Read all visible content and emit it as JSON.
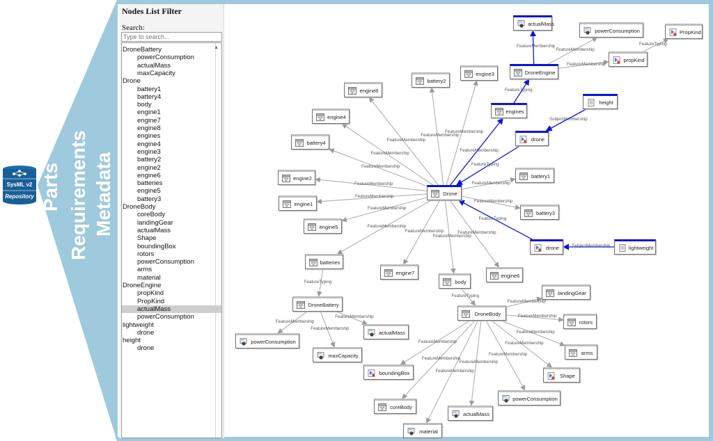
{
  "repository": {
    "icon": "network-database-icon",
    "line1": "SysML v2",
    "line2": "Repository"
  },
  "categories": [
    "Parts",
    "Requirements",
    "Metadata"
  ],
  "sidebar": {
    "title": "Nodes List Filter",
    "search_label": "Search:",
    "search_placeholder": "Type to search...",
    "items": [
      {
        "label": "DroneBattery",
        "level": 0
      },
      {
        "label": "powerConsumption",
        "level": 1
      },
      {
        "label": "actualMass",
        "level": 1
      },
      {
        "label": "maxCapacity",
        "level": 1
      },
      {
        "label": "Drone",
        "level": 0
      },
      {
        "label": "battery1",
        "level": 1
      },
      {
        "label": "battery4",
        "level": 1
      },
      {
        "label": "body",
        "level": 1
      },
      {
        "label": "engine1",
        "level": 1
      },
      {
        "label": "engine7",
        "level": 1
      },
      {
        "label": "engine8",
        "level": 1
      },
      {
        "label": "engines",
        "level": 1
      },
      {
        "label": "engine4",
        "level": 1
      },
      {
        "label": "engine3",
        "level": 1
      },
      {
        "label": "battery2",
        "level": 1
      },
      {
        "label": "engine2",
        "level": 1
      },
      {
        "label": "engine6",
        "level": 1
      },
      {
        "label": "batteries",
        "level": 1
      },
      {
        "label": "engine5",
        "level": 1
      },
      {
        "label": "battery3",
        "level": 1
      },
      {
        "label": "DroneBody",
        "level": 0
      },
      {
        "label": "coreBody",
        "level": 1
      },
      {
        "label": "landingGear",
        "level": 1
      },
      {
        "label": "actualMass",
        "level": 1
      },
      {
        "label": "Shape",
        "level": 1
      },
      {
        "label": "boundingBox",
        "level": 1
      },
      {
        "label": "rotors",
        "level": 1
      },
      {
        "label": "powerConsumption",
        "level": 1
      },
      {
        "label": "arms",
        "level": 1
      },
      {
        "label": "material",
        "level": 1
      },
      {
        "label": "DroneEngine",
        "level": 0
      },
      {
        "label": "propKind",
        "level": 1
      },
      {
        "label": "PropKind",
        "level": 1
      },
      {
        "label": "actualMass",
        "level": 1,
        "selected": true
      },
      {
        "label": "powerConsumption",
        "level": 1
      },
      {
        "label": "lightweight",
        "level": 0
      },
      {
        "label": "drone",
        "level": 1
      },
      {
        "label": "height",
        "level": 0
      },
      {
        "label": "drone",
        "level": 1
      }
    ]
  },
  "graph": {
    "colors": {
      "highlight": "#0a14e0",
      "edge": "#b0b0b0",
      "frame": "#9fc9dc"
    },
    "nodes": [
      {
        "id": "drone_root",
        "label": "Drone",
        "icon": "part-icon",
        "highlight": true
      },
      {
        "id": "engines",
        "label": "engines",
        "icon": "part-icon",
        "highlight": true
      },
      {
        "id": "droneengine",
        "label": "DroneEngine",
        "icon": "part-icon",
        "highlight": true
      },
      {
        "id": "em_actualmass",
        "label": "actualMass",
        "icon": "attribute-icon",
        "highlight": true
      },
      {
        "id": "em_power",
        "label": "powerConsumption",
        "icon": "attribute-icon"
      },
      {
        "id": "em_propkind",
        "label": "propKind",
        "icon": "enum-icon"
      },
      {
        "id": "PropKind",
        "label": "PropKind",
        "icon": "enum-icon"
      },
      {
        "id": "height",
        "label": "height",
        "icon": "requirement-icon",
        "highlight": true
      },
      {
        "id": "drone_h",
        "label": "drone",
        "icon": "enum-icon",
        "highlight": true
      },
      {
        "id": "lightweight",
        "label": "lightweight",
        "icon": "requirement-icon",
        "highlight": true
      },
      {
        "id": "drone_l",
        "label": "drone",
        "icon": "enum-icon",
        "highlight": true
      },
      {
        "id": "engine3",
        "label": "engine3",
        "icon": "part-icon"
      },
      {
        "id": "battery2",
        "label": "battery2",
        "icon": "part-icon"
      },
      {
        "id": "engine8",
        "label": "engine8",
        "icon": "part-icon"
      },
      {
        "id": "engine4",
        "label": "engine4",
        "icon": "part-icon"
      },
      {
        "id": "battery4",
        "label": "battery4",
        "icon": "part-icon"
      },
      {
        "id": "engine2",
        "label": "engine2",
        "icon": "part-icon"
      },
      {
        "id": "engine1",
        "label": "engine1",
        "icon": "part-icon"
      },
      {
        "id": "engine5",
        "label": "engine5",
        "icon": "part-icon"
      },
      {
        "id": "battery1",
        "label": "battery1",
        "icon": "part-icon"
      },
      {
        "id": "battery3",
        "label": "battery3",
        "icon": "part-icon"
      },
      {
        "id": "batteries",
        "label": "batteries",
        "icon": "part-icon"
      },
      {
        "id": "engine7",
        "label": "engine7",
        "icon": "part-icon"
      },
      {
        "id": "body",
        "label": "body",
        "icon": "part-icon"
      },
      {
        "id": "engine6",
        "label": "engine6",
        "icon": "part-icon"
      },
      {
        "id": "dronebattery",
        "label": "DroneBattery",
        "icon": "part-icon"
      },
      {
        "id": "db_power",
        "label": "powerConsumption",
        "icon": "attribute-icon"
      },
      {
        "id": "db_maxcap",
        "label": "maxCapacity",
        "icon": "attribute-icon"
      },
      {
        "id": "db_actualmass",
        "label": "actualMass",
        "icon": "attribute-icon"
      },
      {
        "id": "dronebody",
        "label": "DroneBody",
        "icon": "part-icon"
      },
      {
        "id": "landinggear",
        "label": "landingGear",
        "icon": "part-icon"
      },
      {
        "id": "rotors",
        "label": "rotors",
        "icon": "part-icon"
      },
      {
        "id": "arms",
        "label": "arms",
        "icon": "part-icon"
      },
      {
        "id": "shape",
        "label": "Shape",
        "icon": "enum-icon"
      },
      {
        "id": "bb",
        "label": "boundingBox",
        "icon": "enum-icon"
      },
      {
        "id": "corebody",
        "label": "coreBody",
        "icon": "part-icon"
      },
      {
        "id": "material",
        "label": "material",
        "icon": "attribute-icon"
      },
      {
        "id": "dbo_actualmass",
        "label": "actualMass",
        "icon": "attribute-icon"
      },
      {
        "id": "dbo_power",
        "label": "powerConsumption",
        "icon": "attribute-icon"
      }
    ],
    "edges": [
      {
        "from": "drone_root",
        "to": "engines",
        "label": "FeatureMembership",
        "highlight": true
      },
      {
        "from": "engines",
        "to": "droneengine",
        "label": "FeatureTyping",
        "highlight": true
      },
      {
        "from": "droneengine",
        "to": "em_actualmass",
        "label": "FeatureMembership",
        "highlight": true
      },
      {
        "from": "droneengine",
        "to": "em_power",
        "label": "FeatureMembership"
      },
      {
        "from": "droneengine",
        "to": "em_propkind",
        "label": "FeatureMembership"
      },
      {
        "from": "em_propkind",
        "to": "PropKind",
        "label": "FeatureTyping"
      },
      {
        "from": "height",
        "to": "drone_h",
        "label": "SubjectMembership",
        "highlight": true
      },
      {
        "from": "drone_h",
        "to": "drone_root",
        "label": "FeatureTyping",
        "highlight": true
      },
      {
        "from": "lightweight",
        "to": "drone_l",
        "label": "SubjectMembership",
        "highlight": true
      },
      {
        "from": "drone_l",
        "to": "drone_root",
        "label": "FeatureTyping",
        "highlight": true
      },
      {
        "from": "drone_root",
        "to": "engine3",
        "label": "FeatureMembership"
      },
      {
        "from": "drone_root",
        "to": "battery2",
        "label": "FeatureMembership"
      },
      {
        "from": "drone_root",
        "to": "engine8",
        "label": "FeatureMembership"
      },
      {
        "from": "drone_root",
        "to": "engine4",
        "label": "FeatureMembership"
      },
      {
        "from": "drone_root",
        "to": "battery4",
        "label": "FeatureMembership"
      },
      {
        "from": "drone_root",
        "to": "engine2",
        "label": "FeatureMembership"
      },
      {
        "from": "drone_root",
        "to": "engine1",
        "label": "FeatureMembership"
      },
      {
        "from": "drone_root",
        "to": "engine5",
        "label": "FeatureMembership"
      },
      {
        "from": "drone_root",
        "to": "battery1",
        "label": "FeatureMembership"
      },
      {
        "from": "drone_root",
        "to": "battery3",
        "label": "FeatureMembership"
      },
      {
        "from": "drone_root",
        "to": "batteries",
        "label": "FeatureMembership"
      },
      {
        "from": "drone_root",
        "to": "engine7",
        "label": "FeatureMembership"
      },
      {
        "from": "drone_root",
        "to": "body",
        "label": "FeatureMembership"
      },
      {
        "from": "drone_root",
        "to": "engine6",
        "label": "FeatureMembership"
      },
      {
        "from": "batteries",
        "to": "dronebattery",
        "label": "FeatureTyping"
      },
      {
        "from": "dronebattery",
        "to": "db_power",
        "label": "FeatureMembership"
      },
      {
        "from": "dronebattery",
        "to": "db_maxcap",
        "label": "FeatureMembership"
      },
      {
        "from": "dronebattery",
        "to": "db_actualmass",
        "label": "FeatureMembership"
      },
      {
        "from": "body",
        "to": "dronebody",
        "label": "FeatureTyping"
      },
      {
        "from": "dronebody",
        "to": "landinggear",
        "label": "FeatureMembership"
      },
      {
        "from": "dronebody",
        "to": "rotors",
        "label": "FeatureMembership"
      },
      {
        "from": "dronebody",
        "to": "arms",
        "label": "FeatureMembership"
      },
      {
        "from": "dronebody",
        "to": "shape",
        "label": "FeatureMembership"
      },
      {
        "from": "dronebody",
        "to": "bb",
        "label": "FeatureMembership"
      },
      {
        "from": "dronebody",
        "to": "corebody",
        "label": "FeatureMembership"
      },
      {
        "from": "dronebody",
        "to": "material",
        "label": "FeatureMembership"
      },
      {
        "from": "dronebody",
        "to": "dbo_actualmass",
        "label": "FeatureMembership"
      },
      {
        "from": "dronebody",
        "to": "dbo_power",
        "label": "FeatureMembership"
      }
    ]
  }
}
